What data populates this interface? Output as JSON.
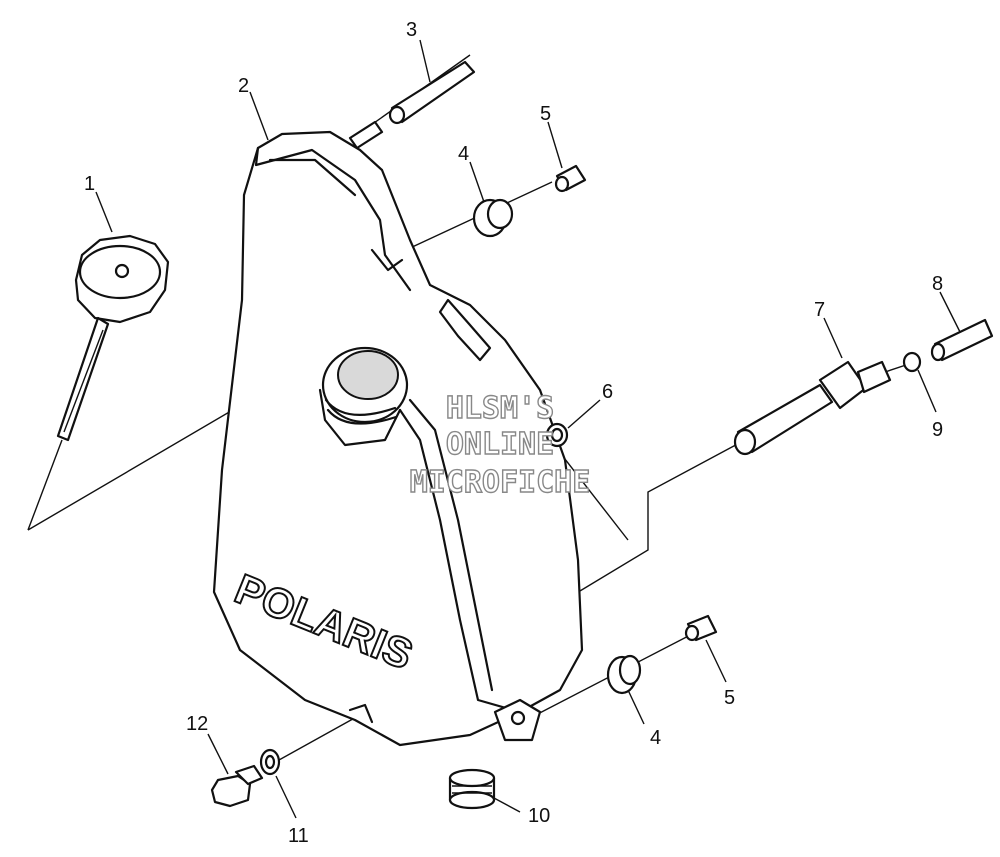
{
  "callouts": {
    "c1": "1",
    "c2": "2",
    "c3": "3",
    "c4a": "4",
    "c4b": "4",
    "c5a": "5",
    "c5b": "5",
    "c6": "6",
    "c7": "7",
    "c8": "8",
    "c9": "9",
    "c10": "10",
    "c11": "11",
    "c12": "12"
  },
  "brand_logo": "POLARIS",
  "watermark": {
    "line1": "HLSM'S",
    "line2": "ONLINE",
    "line3": "MICROFICHE"
  }
}
